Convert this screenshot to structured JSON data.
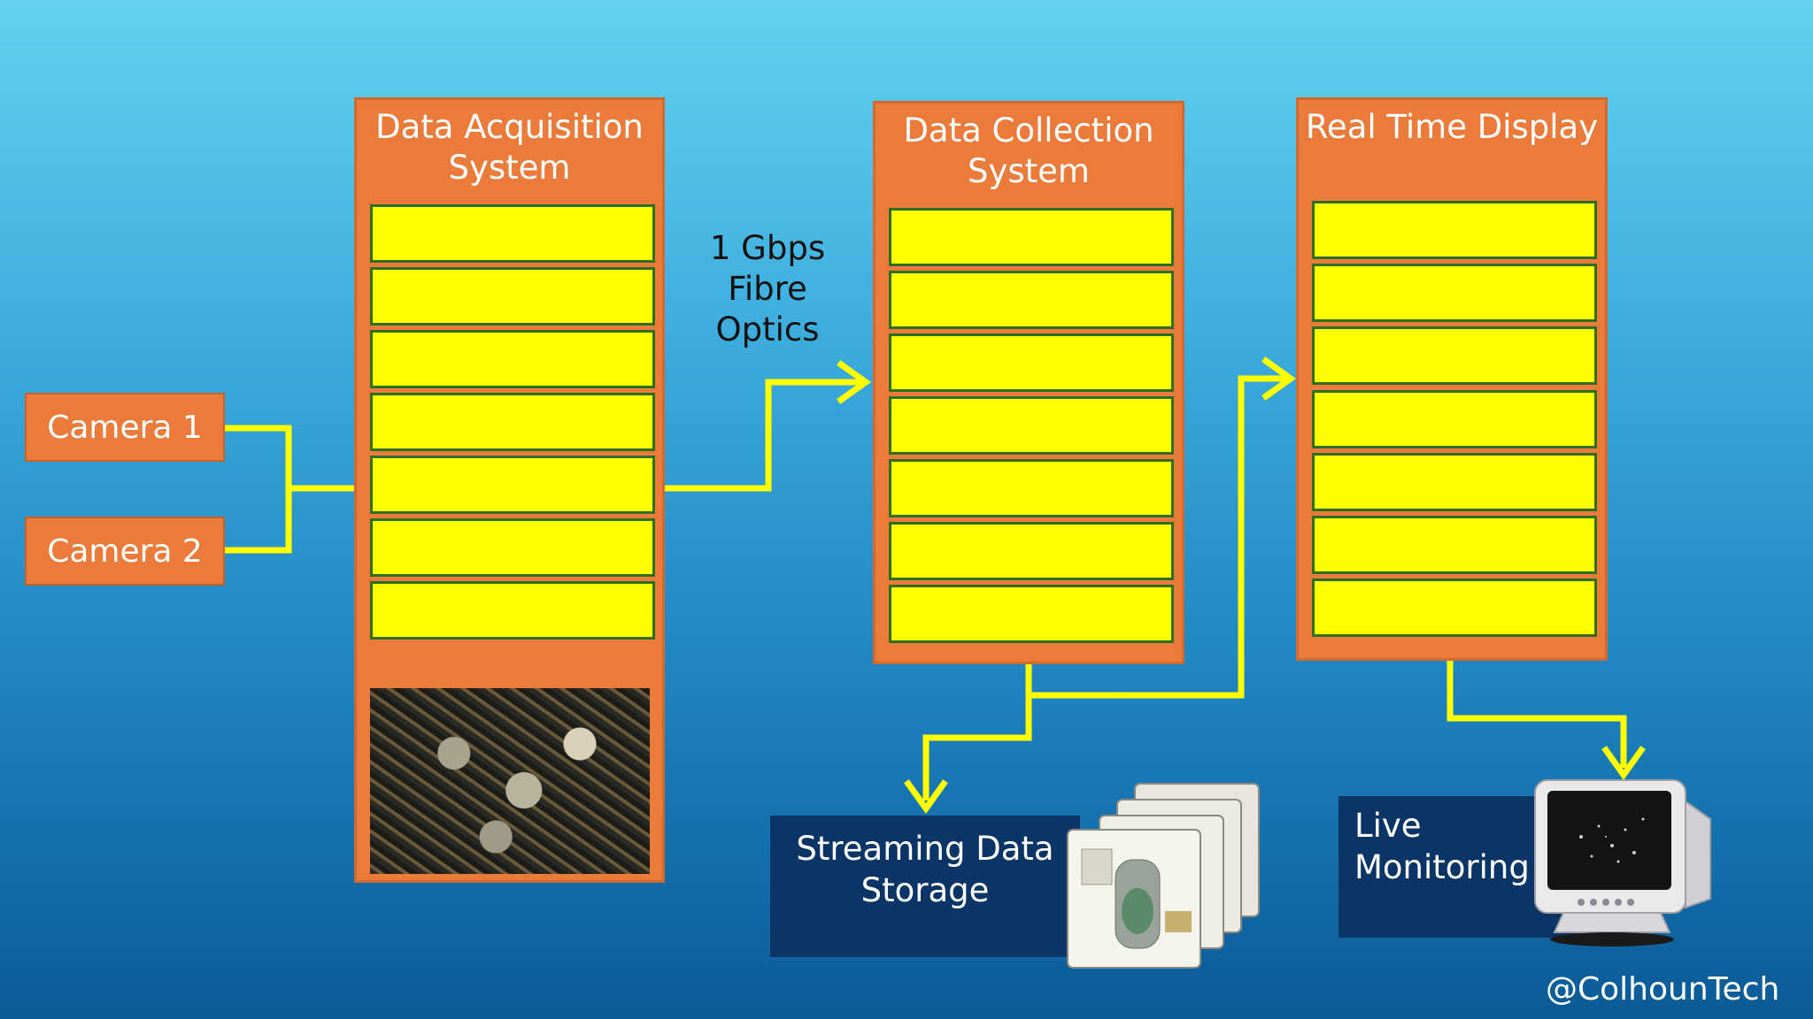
{
  "cameras": [
    "Camera 1",
    "Camera 2"
  ],
  "panels": [
    {
      "title_line1": "Data Acquisition",
      "title_line2": "System"
    },
    {
      "title_line1": "Data Collection",
      "title_line2": "System"
    },
    {
      "title_line1": "Real Time Display",
      "title_line2": ""
    }
  ],
  "link_label": {
    "line1": "1 Gbps",
    "line2": "Fibre",
    "line3": "Optics"
  },
  "storage": {
    "line1": "Streaming Data",
    "line2": "Storage"
  },
  "monitoring": {
    "line1": "Live",
    "line2": "Monitoring"
  },
  "watermark": "@ColhounTech",
  "colors": {
    "panel": "#ea7b3a",
    "slot": "#ffff00",
    "slot_border": "#2e6e1c",
    "connector": "#ffff00",
    "navy_box": "#0b3566"
  }
}
